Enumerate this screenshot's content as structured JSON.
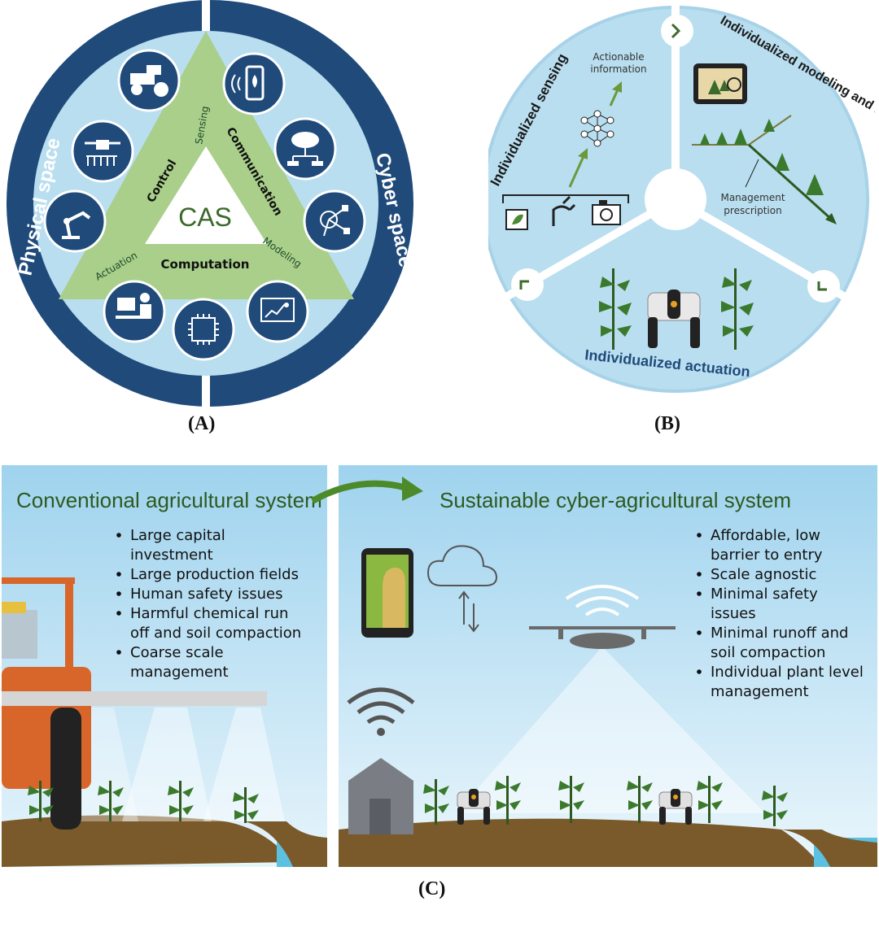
{
  "panel_a": {
    "label": "(A)",
    "outer_left": "Physical space",
    "outer_right": "Cyber space",
    "center": "CAS",
    "edges": {
      "sensing": "Sensing",
      "communication": "Communication",
      "control": "Control",
      "modeling": "Modeling",
      "actuation": "Actuation",
      "computation": "Computation"
    },
    "icons": [
      "tractor-icon",
      "smartphone-icon",
      "drone-sprayer-icon",
      "cloud-server-icon",
      "robot-arm-icon",
      "network-icon",
      "operator-computer-icon",
      "ai-chip-icon",
      "dashboard-icon"
    ]
  },
  "panel_b": {
    "label": "(B)",
    "sensing": "Individualized sensing",
    "modeling": "Individualized modeling and reasoning",
    "actuation": "Individualized actuation",
    "actionable_line1": "Actionable",
    "actionable_line2": "information",
    "prescription_line1": "Management",
    "prescription_line2": "prescription"
  },
  "panel_c": {
    "label": "(C)",
    "left_title": "Conventional agricultural system",
    "right_title": "Sustainable cyber-agricultural system",
    "left_bullets": [
      [
        "Large capital",
        "investment"
      ],
      [
        "Large production fields"
      ],
      [
        "Human safety issues"
      ],
      [
        "Harmful chemical run",
        "off and soil compaction"
      ],
      [
        "Coarse scale",
        "management"
      ]
    ],
    "right_bullets": [
      [
        "Affordable, low",
        "barrier to entry"
      ],
      [
        "Scale agnostic"
      ],
      [
        "Minimal safety",
        "issues"
      ],
      [
        "Minimal runoff and",
        "soil compaction"
      ],
      [
        "Individual plant level",
        "management"
      ]
    ]
  },
  "colors": {
    "navy": "#1f4a7a",
    "light_blue": "#b9def0",
    "green_dark": "#3b6a2c",
    "green_light": "#a9cf8a",
    "soil": "#7a5a2a",
    "tractor": "#d8662b"
  }
}
